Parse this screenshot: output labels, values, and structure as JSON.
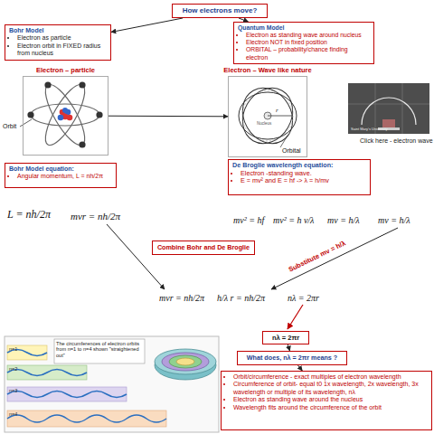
{
  "diagram": {
    "nodes": [
      {
        "text": [
          "How electrons move?"
        ]
      },
      {
        "text": [
          "Bohr Model",
          "Electron as particle",
          "Electron orbit in FIXED radius from nucleus"
        ]
      },
      {
        "text": [
          "Quantum Model",
          "Electron as standing wave around nucleus",
          "Electron NOT in fixed position",
          "ORBITAL – probability/chance finding electron"
        ]
      },
      {
        "text": [
          "Electron – particle"
        ]
      },
      {
        "text": [
          "Electron – Wave like nature"
        ]
      },
      {
        "text": [
          "Bohr Model equation:",
          "Angular momentum, L = nh/2π"
        ]
      },
      {
        "text": [
          "De Broglie wavelength equation:",
          "Electron -standing wave.",
          "E = mv² and E = hf -> λ = h/mv"
        ]
      },
      {
        "text": [
          "Combine Bohr and De Broglie"
        ]
      },
      {
        "text": [
          "nλ = 2πr"
        ]
      },
      {
        "text": [
          "What does, nλ = 2πr means ?"
        ]
      },
      {
        "text": [
          "Orbit/circumference - exact multiples of electron wavelength",
          "Circumference of orbit- equal t0 1x wavelength, 2x wavelength, 3x wavelength or multiple of its wavelength, nλ",
          "Electron as standing wave around the nucleus",
          "Wavelength fits around the circumference of the orbit"
        ]
      }
    ],
    "edges": [
      {
        "from": 0,
        "to": 1,
        "arrow": "to"
      },
      {
        "from": 0,
        "to": 2,
        "arrow": "to"
      },
      {
        "from": 3,
        "to": 4,
        "arrow": "to"
      },
      {
        "from": 8,
        "to": 9,
        "arrow": "to"
      },
      {
        "from": 9,
        "to": 10,
        "arrow": "to"
      }
    ],
    "labels": [
      "Orbit",
      "Nucleus",
      "r",
      "Orbital",
      "Saint Mary's University",
      "Click here - electron wave",
      "L = nh/2π",
      "mvr = nh/2π",
      "mv² = hf",
      "mv² = h v/λ",
      "mv = h/λ",
      "mv = h/λ",
      "Substitute mv = h/λ",
      "mvr = nh/2π",
      "h/λ r = nh/2π",
      "nλ = 2πr",
      "n=1",
      "n=2",
      "n=3",
      "n=4",
      "The circumferences of electron orbits from n=1 to n=4 shown \"straightened out\""
    ]
  }
}
